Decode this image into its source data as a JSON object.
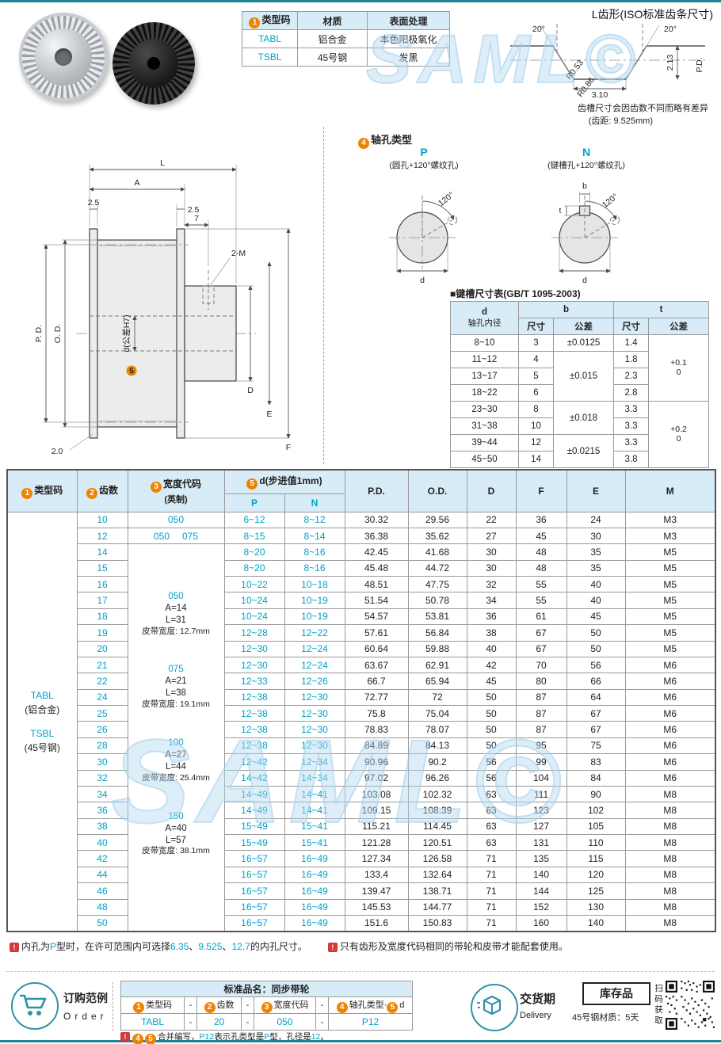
{
  "accent": "#00a2c8",
  "watermark": "SAML©",
  "top": {
    "type_table": {
      "badge": "1",
      "h1": "类型码",
      "h2": "材质",
      "h3": "表面处理",
      "rows": [
        {
          "code": "TABL",
          "mat": "铝合金",
          "fin": "本色阳极氧化"
        },
        {
          "code": "TSBL",
          "mat": "45号钢",
          "fin": "发黑"
        }
      ]
    },
    "tooth": {
      "title": "L齿形(ISO标准齿条尺寸)",
      "a1": "20°",
      "a2": "20°",
      "r1": "R0.53",
      "r2": "R0.86",
      "w": "3.10",
      "pd": "P.D.",
      "h": "2.13",
      "note1": "齿槽尺寸会因齿数不同而略有差异",
      "note2": "(齿距: 9.525mm)"
    }
  },
  "drawing": {
    "L": "L",
    "A": "A",
    "f1": "2.5",
    "f2": "2.5",
    "seven": "7",
    "m": "2-M",
    "pd": "P. D.",
    "od": "O. D.",
    "badge5": "5",
    "d": "d(公差H7)",
    "D": "D",
    "E": "E",
    "F": "F",
    "lip": "2.0"
  },
  "holes": {
    "badge": "4",
    "title": "轴孔类型",
    "p": {
      "label": "P",
      "desc": "(圆孔+120°螺纹孔)",
      "ang": "120°",
      "d": "d"
    },
    "n": {
      "label": "N",
      "desc": "(键槽孔+120°螺纹孔)",
      "ang": "120°",
      "d": "d",
      "b": "b",
      "t": "t"
    }
  },
  "keyway_table": {
    "title": "■键槽尺寸表(GB/T 1095-2003)",
    "hd": "d",
    "hd2": "轴孔内径",
    "hb": "b",
    "ht": "t",
    "hsize": "尺寸",
    "htol": "公差",
    "hsize2": "尺寸",
    "htol2": "公差",
    "rows": [
      {
        "d": "8~10",
        "b": "3",
        "btol": {
          "text": "±0.0125",
          "span": 1
        },
        "t": "1.4",
        "ttol": {
          "text": "+0.1\n0",
          "span": 4
        }
      },
      {
        "d": "11~12",
        "b": "4",
        "btol": {
          "text": "±0.015",
          "span": 3
        },
        "t": "1.8"
      },
      {
        "d": "13~17",
        "b": "5",
        "t": "2.3"
      },
      {
        "d": "18~22",
        "b": "6",
        "t": "2.8"
      },
      {
        "d": "23~30",
        "b": "8",
        "btol": {
          "text": "±0.018",
          "span": 2
        },
        "t": "3.3",
        "ttol": {
          "text": "+0.2\n0",
          "span": 4
        }
      },
      {
        "d": "31~38",
        "b": "10",
        "t": "3.3"
      },
      {
        "d": "39~44",
        "b": "12",
        "btol": {
          "text": "±0.0215",
          "span": 2
        },
        "t": "3.3"
      },
      {
        "d": "45~50",
        "b": "14",
        "t": "3.8"
      }
    ]
  },
  "main_table": {
    "badge1": "1",
    "h_type": "类型码",
    "badge2": "2",
    "h_teeth": "齿数",
    "badge3": "3",
    "h_width": "宽度代码",
    "h_width2": "(英制)",
    "badge5": "5",
    "h_d": "d(步进值1mm)",
    "h_p": "P",
    "h_n": "N",
    "h_pd": "P.D.",
    "h_od": "O.D.",
    "h_D": "D",
    "h_F": "F",
    "h_E": "E",
    "h_M": "M",
    "type_cell": {
      "code1": "TABL",
      "mat1": "(铝合金)",
      "code2": "TSBL",
      "mat2": "(45号钢)"
    },
    "w10": "050",
    "w12a": "050",
    "w12b": "075",
    "width_groups": [
      {
        "code": "050",
        "a": "A=14",
        "l": "L=31",
        "belt": "皮带宽度: 12.7mm"
      },
      {
        "code": "075",
        "a": "A=21",
        "l": "L=38",
        "belt": "皮带宽度: 19.1mm"
      },
      {
        "code": "100",
        "a": "A=27",
        "l": "L=44",
        "belt": "皮带宽度: 25.4mm"
      },
      {
        "code": "150",
        "a": "A=40",
        "l": "L=57",
        "belt": "皮带宽度: 38.1mm"
      }
    ],
    "rows": [
      {
        "teeth": "10",
        "p": "6~12",
        "n": "8~12",
        "pd": "30.32",
        "od": "29.56",
        "D": "22",
        "F": "36",
        "E": "24",
        "M": "M3"
      },
      {
        "teeth": "12",
        "p": "8~15",
        "n": "8~14",
        "pd": "36.38",
        "od": "35.62",
        "D": "27",
        "F": "45",
        "E": "30",
        "M": "M3"
      },
      {
        "teeth": "14",
        "p": "8~20",
        "n": "8~16",
        "pd": "42.45",
        "od": "41.68",
        "D": "30",
        "F": "48",
        "E": "35",
        "M": "M5"
      },
      {
        "teeth": "15",
        "p": "8~20",
        "n": "8~16",
        "pd": "45.48",
        "od": "44.72",
        "D": "30",
        "F": "48",
        "E": "35",
        "M": "M5"
      },
      {
        "teeth": "16",
        "p": "10~22",
        "n": "10~18",
        "pd": "48.51",
        "od": "47.75",
        "D": "32",
        "F": "55",
        "E": "40",
        "M": "M5"
      },
      {
        "teeth": "17",
        "p": "10~24",
        "n": "10~19",
        "pd": "51.54",
        "od": "50.78",
        "D": "34",
        "F": "55",
        "E": "40",
        "M": "M5"
      },
      {
        "teeth": "18",
        "p": "10~24",
        "n": "10~19",
        "pd": "54.57",
        "od": "53.81",
        "D": "36",
        "F": "61",
        "E": "45",
        "M": "M5"
      },
      {
        "teeth": "19",
        "p": "12~28",
        "n": "12~22",
        "pd": "57.61",
        "od": "56.84",
        "D": "38",
        "F": "67",
        "E": "50",
        "M": "M5"
      },
      {
        "teeth": "20",
        "p": "12~30",
        "n": "12~24",
        "pd": "60.64",
        "od": "59.88",
        "D": "40",
        "F": "67",
        "E": "50",
        "M": "M5"
      },
      {
        "teeth": "21",
        "p": "12~30",
        "n": "12~24",
        "pd": "63.67",
        "od": "62.91",
        "D": "42",
        "F": "70",
        "E": "56",
        "M": "M6"
      },
      {
        "teeth": "22",
        "p": "12~33",
        "n": "12~26",
        "pd": "66.7",
        "od": "65.94",
        "D": "45",
        "F": "80",
        "E": "66",
        "M": "M6"
      },
      {
        "teeth": "24",
        "p": "12~38",
        "n": "12~30",
        "pd": "72.77",
        "od": "72",
        "D": "50",
        "F": "87",
        "E": "64",
        "M": "M6"
      },
      {
        "teeth": "25",
        "p": "12~38",
        "n": "12~30",
        "pd": "75.8",
        "od": "75.04",
        "D": "50",
        "F": "87",
        "E": "67",
        "M": "M6"
      },
      {
        "teeth": "26",
        "p": "12~38",
        "n": "12~30",
        "pd": "78.83",
        "od": "78.07",
        "D": "50",
        "F": "87",
        "E": "67",
        "M": "M6"
      },
      {
        "teeth": "28",
        "p": "12~38",
        "n": "12~30",
        "pd": "84.89",
        "od": "84.13",
        "D": "50",
        "F": "95",
        "E": "75",
        "M": "M6"
      },
      {
        "teeth": "30",
        "p": "12~42",
        "n": "12~34",
        "pd": "90.96",
        "od": "90.2",
        "D": "56",
        "F": "99",
        "E": "83",
        "M": "M6"
      },
      {
        "teeth": "32",
        "p": "14~42",
        "n": "14~34",
        "pd": "97.02",
        "od": "96.26",
        "D": "56",
        "F": "104",
        "E": "84",
        "M": "M6"
      },
      {
        "teeth": "34",
        "p": "14~49",
        "n": "14~41",
        "pd": "103.08",
        "od": "102.32",
        "D": "63",
        "F": "111",
        "E": "90",
        "M": "M8"
      },
      {
        "teeth": "36",
        "p": "14~49",
        "n": "14~41",
        "pd": "109.15",
        "od": "108.39",
        "D": "63",
        "F": "123",
        "E": "102",
        "M": "M8"
      },
      {
        "teeth": "38",
        "p": "15~49",
        "n": "15~41",
        "pd": "115.21",
        "od": "114.45",
        "D": "63",
        "F": "127",
        "E": "105",
        "M": "M8"
      },
      {
        "teeth": "40",
        "p": "15~49",
        "n": "15~41",
        "pd": "121.28",
        "od": "120.51",
        "D": "63",
        "F": "131",
        "E": "110",
        "M": "M8"
      },
      {
        "teeth": "42",
        "p": "16~57",
        "n": "16~49",
        "pd": "127.34",
        "od": "126.58",
        "D": "71",
        "F": "135",
        "E": "115",
        "M": "M8"
      },
      {
        "teeth": "44",
        "p": "16~57",
        "n": "16~49",
        "pd": "133.4",
        "od": "132.64",
        "D": "71",
        "F": "140",
        "E": "120",
        "M": "M8"
      },
      {
        "teeth": "46",
        "p": "16~57",
        "n": "16~49",
        "pd": "139.47",
        "od": "138.71",
        "D": "71",
        "F": "144",
        "E": "125",
        "M": "M8"
      },
      {
        "teeth": "48",
        "p": "16~57",
        "n": "16~49",
        "pd": "145.53",
        "od": "144.77",
        "D": "71",
        "F": "152",
        "E": "130",
        "M": "M8"
      },
      {
        "teeth": "50",
        "p": "16~57",
        "n": "16~49",
        "pd": "151.6",
        "od": "150.83",
        "D": "71",
        "F": "160",
        "E": "140",
        "M": "M8"
      }
    ]
  },
  "notes": {
    "mark": "!",
    "n1a": "内孔为",
    "n1b": "P",
    "n1c": "型时，在许可范围内可选择",
    "v1": "6.35",
    "s1": "、",
    "v2": "9.525",
    "s2": "、",
    "v3": "12.7",
    "n1d": "的内孔尺寸。",
    "n2": "只有齿形及宽度代码相同的带轮和皮带才能配套使用。"
  },
  "order": {
    "title": "订购范例",
    "sub": "Order",
    "table_title": "标准品名：同步带轮",
    "dash": "-",
    "c1": {
      "badge": "1",
      "label": "类型码",
      "value": "TABL"
    },
    "c2": {
      "badge": "2",
      "label": "齿数",
      "value": "20"
    },
    "c3": {
      "badge": "3",
      "label": "宽度代码",
      "value": "050"
    },
    "c4": {
      "badge": "4",
      "label": "轴孔类型",
      "dot": "·",
      "badge2": "5",
      "label2": "d",
      "value": "P12"
    },
    "note": {
      "b1": "4",
      "b2": "5",
      "t1": "合并编写，",
      "v1": "P12",
      "t2": "表示孔类型是",
      "v2": "P",
      "t3": "型，孔径是",
      "v3": "12",
      "t4": "。"
    }
  },
  "delivery": {
    "title": "交货期",
    "sub": "Delivery",
    "stock": "库存品",
    "time": "45号钢材质：5天"
  },
  "qr": {
    "caption": "扫码获取"
  }
}
